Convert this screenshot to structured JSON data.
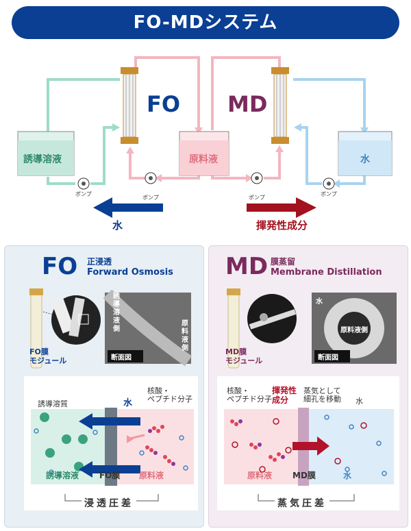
{
  "title": "FO-MDシステム",
  "top": {
    "fo_label": "FO",
    "md_label": "MD",
    "draw_solution": "誘導溶液",
    "feed": "原料液",
    "water_tank": "水",
    "pump": "ポンプ",
    "water_arrow": "水",
    "volatile_arrow": "揮発性成分"
  },
  "fo": {
    "heading": "FO",
    "jp": "正浸透",
    "en": "Forward Osmosis",
    "module": "FO膜\nモジュール",
    "section": "断面図",
    "side_draw": "誘導溶液側",
    "side_feed": "原料液側",
    "solute": "誘導溶質",
    "water": "水",
    "molecules": "核酸・\nペプチド分子",
    "left_zone": "誘導溶液",
    "membrane": "FO膜",
    "right_zone": "原料液",
    "pressure": "浸透圧差"
  },
  "md": {
    "heading": "MD",
    "jp": "膜蒸留",
    "en": "Membrane Distillation",
    "module": "MD膜\nモジュール",
    "section": "断面図",
    "water_corner": "水",
    "feed_side": "原料液側",
    "molecules": "核酸・\nペプチド分子",
    "volatile": "揮発性\n成分",
    "vapor": "蒸気として\n細孔を移動",
    "water": "水",
    "left_zone": "原料液",
    "membrane": "MD膜",
    "right_zone": "水",
    "pressure": "蒸気圧差"
  },
  "colors": {
    "title_bg": "#0a3f94",
    "fo_blue": "#0a3f94",
    "md_purple": "#7a2a5c",
    "draw_green": "#3a9f80",
    "feed_pink": "#e58a95",
    "water_blue": "#3f84c7",
    "volatile_red": "#b3132a"
  }
}
